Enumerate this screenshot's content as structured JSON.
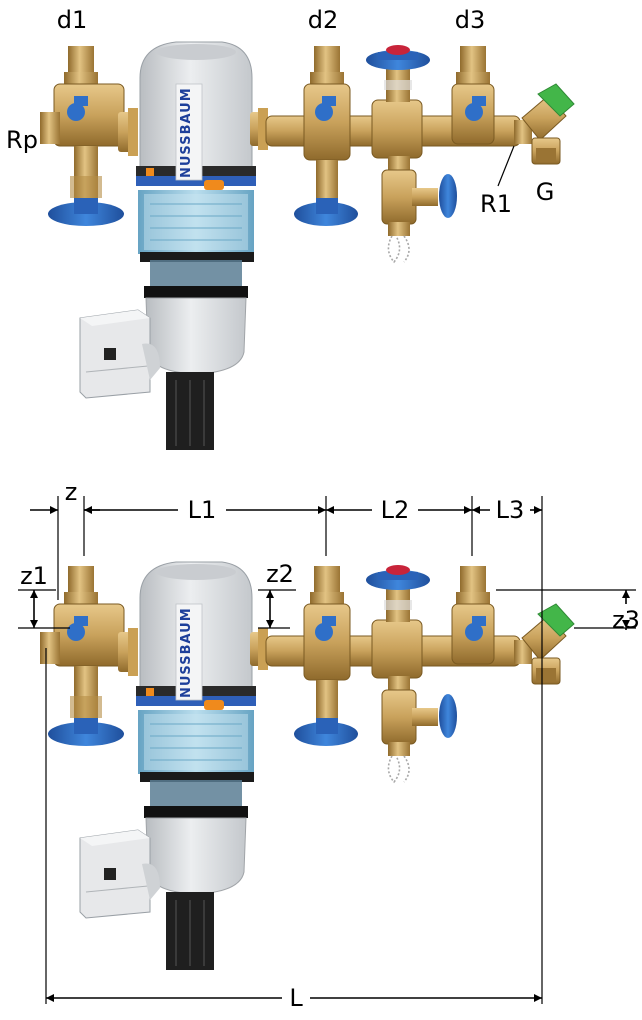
{
  "top_view": {
    "labels": {
      "d1": "d1",
      "d2": "d2",
      "d3": "d3",
      "rp": "Rp",
      "r1": "R1",
      "g": "G"
    },
    "brand": "NUSSBAUM"
  },
  "bottom_view": {
    "labels": {
      "z": "z",
      "l1": "L1",
      "l2": "L2",
      "l3": "L3",
      "z1": "z1",
      "z2": "z2",
      "z3": "z3",
      "l": "L"
    },
    "brand": "NUSSBAUM"
  },
  "colors": {
    "brass": "#c9a25c",
    "brass_dark": "#8f6a2c",
    "handle_blue": "#2f6fc8",
    "housing_grey": "#d9dcdf",
    "bowl_blue": "#8fc3dd",
    "cap_red": "#c8243a",
    "valve_green": "#43b649",
    "motor_black": "#1f1f1f",
    "orange": "#f08a1c"
  }
}
